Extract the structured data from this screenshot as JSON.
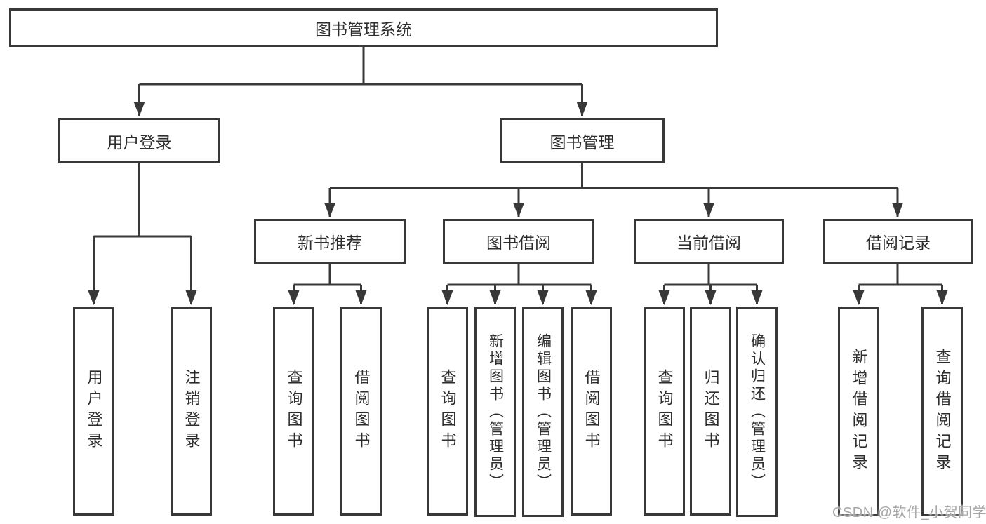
{
  "tree": {
    "label": "图书管理系统",
    "children": [
      {
        "label": "用户登录",
        "children": [
          {
            "label": "用户登录"
          },
          {
            "label": "注销登录"
          }
        ]
      },
      {
        "label": "图书管理",
        "children": [
          {
            "label": "新书推荐",
            "children": [
              {
                "label": "查询图书"
              },
              {
                "label": "借阅图书"
              }
            ]
          },
          {
            "label": "图书借阅",
            "children": [
              {
                "label": "查询图书"
              },
              {
                "label": "新增图书（管理员）"
              },
              {
                "label": "编辑图书（管理员）"
              },
              {
                "label": "借阅图书"
              }
            ]
          },
          {
            "label": "当前借阅",
            "children": [
              {
                "label": "查询图书"
              },
              {
                "label": "归还图书"
              },
              {
                "label": "确认归还（管理员）"
              }
            ]
          },
          {
            "label": "借阅记录",
            "children": [
              {
                "label": "新增借阅记录"
              },
              {
                "label": "查询借阅记录"
              }
            ]
          }
        ]
      }
    ]
  },
  "watermark": {
    "text": "CSDN @软件_小贺同学"
  },
  "colors": {
    "line": "#383838",
    "text": "#2d2d2d",
    "watermark": "#a6a6a6",
    "background": "#ffffff"
  }
}
